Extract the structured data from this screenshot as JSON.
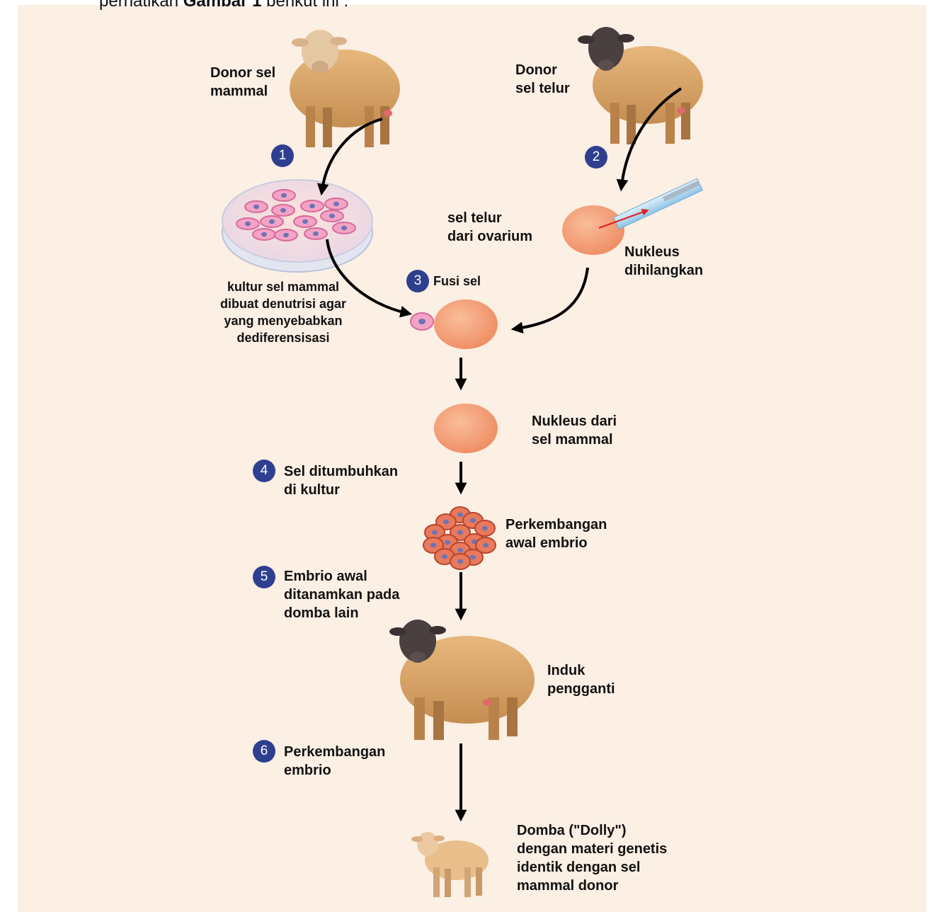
{
  "header": {
    "text_before": "perhatikan ",
    "text_bold": "Gambar 1",
    "text_after": " berikut ini :"
  },
  "steps": [
    {
      "number": "1"
    },
    {
      "number": "2"
    },
    {
      "number": "3",
      "label": "Fusi sel"
    },
    {
      "number": "4",
      "label": "Sel ditumbuhkan\ndi kultur"
    },
    {
      "number": "5",
      "label": "Embrio awal\nditanamkan pada\ndomba lain"
    },
    {
      "number": "6",
      "label": "Perkembangan\nembrio"
    }
  ],
  "labels": {
    "donor_mammal": "Donor sel\nmammal",
    "donor_egg": "Donor\nsel telur",
    "culture": "kultur sel mammal\ndibuat denutrisi agar\nyang menyebabkan\ndediferensisasi",
    "egg_from_ovary": "sel telur\ndari ovarium",
    "nucleus_removed": "Nukleus\ndihilangkan",
    "nucleus_from_mammal": "Nukleus dari\nsel mammal",
    "early_embryo": "Perkembangan\nawal embrio",
    "surrogate": "Induk\npengganti",
    "dolly": "Domba (\"Dolly\")\ndengan materi genetis\nidentik dengan sel\nmammal donor"
  },
  "colors": {
    "background": "#fcefe4",
    "badge": "#2e3f8f",
    "egg": "#f4a27c",
    "cell_pink": "#f4a3c4",
    "nucleus": "#6c73b8",
    "embryo_cell": "#e8795c",
    "wool": "#d9a468"
  },
  "icons": [
    "sheep-donor-white-face",
    "sheep-donor-black-face",
    "sheep-surrogate",
    "lamb-dolly",
    "petri-dish",
    "micropipette"
  ]
}
